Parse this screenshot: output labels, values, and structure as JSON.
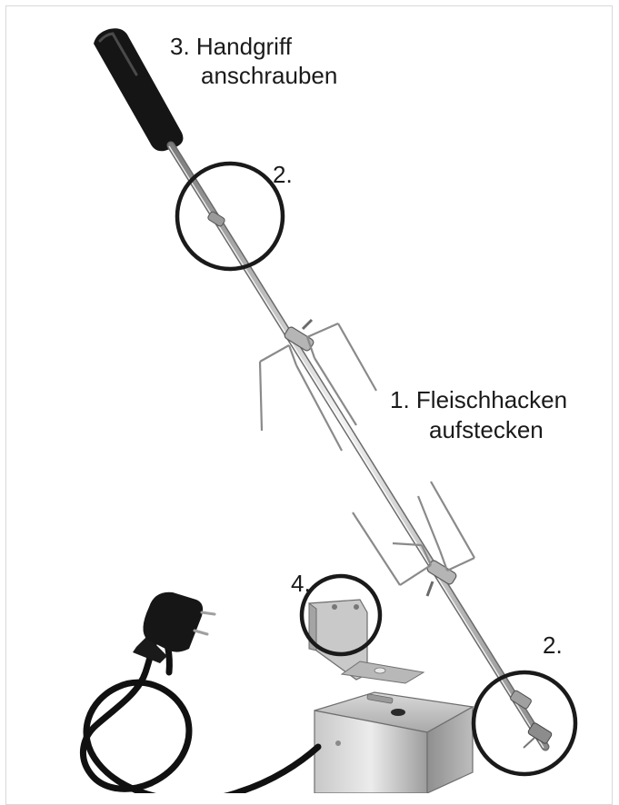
{
  "colors": {
    "steel_light": "#e6e6e6",
    "steel_mid": "#b5b5b5",
    "steel_dark": "#6c6c6c",
    "handle": "#151515",
    "cable": "#111111",
    "callout_circle": "#1a1a1a",
    "text": "#1a1a1a"
  },
  "icons": {
    "handle": "rotisserie-handle-icon",
    "spit": "spit-rod-icon",
    "forks": "meat-fork-icon",
    "motor": "motor-box-icon",
    "plug": "power-plug-icon",
    "bracket": "mounting-bracket-icon"
  },
  "labels": {
    "step3_line1": "3. Handgriff",
    "step3_line2": "anschrauben",
    "step1_line1": "1. Fleischhacken",
    "step1_line2": "aufstecken",
    "marker_top": "2.",
    "marker_bottom": "2.",
    "marker_bracket": "4."
  }
}
